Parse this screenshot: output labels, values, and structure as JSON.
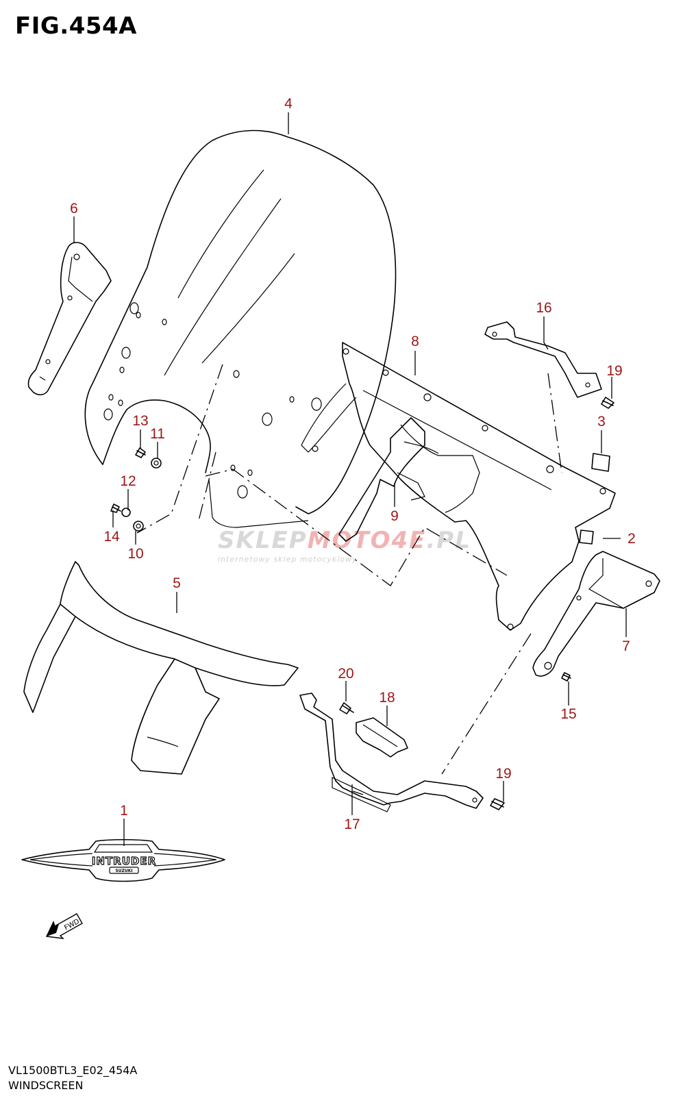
{
  "figure": {
    "title": "FIG.454A",
    "model_code": "VL1500BTL3_E02_454A",
    "section_name": "WINDSCREEN"
  },
  "callouts": [
    "1",
    "2",
    "3",
    "4",
    "5",
    "6",
    "7",
    "8",
    "9",
    "10",
    "11",
    "12",
    "13",
    "14",
    "15",
    "16",
    "17",
    "18",
    "19",
    "19",
    "20"
  ],
  "watermark": {
    "brand_left": "SKLEP",
    "brand_accent": "MOTO4E",
    "brand_right": ".PL",
    "tagline": "internetowy sklep motocyklowy"
  },
  "emblem": {
    "main": "INTRUDER",
    "sub": "SUZUKI"
  },
  "direction_marker": "FWD",
  "colors": {
    "callout": "#a01616",
    "line": "#000000",
    "background": "#ffffff"
  }
}
